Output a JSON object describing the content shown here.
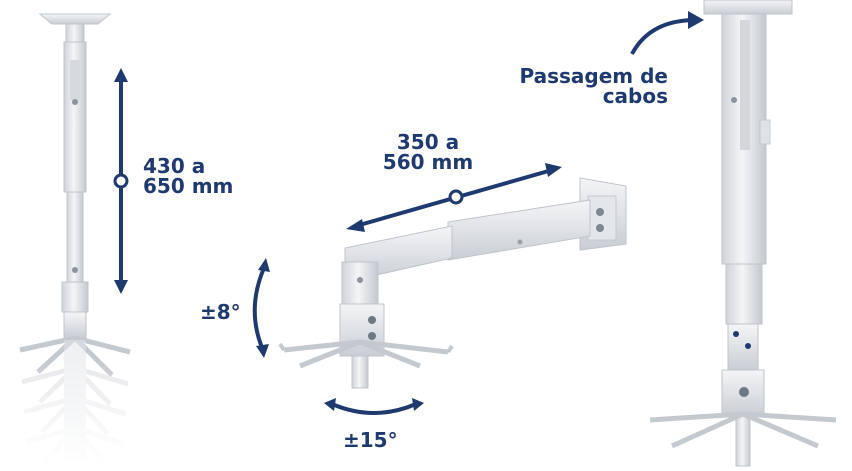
{
  "colors": {
    "accent": "#1f3a6e",
    "mount_metal": "#e9ebee",
    "mount_edge": "#bfc4cb",
    "background": "#ffffff"
  },
  "labels": {
    "pole_range": "430 a\n650 mm",
    "arm_range": "350 a\n560 mm",
    "tilt_angle": "±8°",
    "swivel_angle": "±15°",
    "cable_passage": "Passagem de\ncabos"
  }
}
